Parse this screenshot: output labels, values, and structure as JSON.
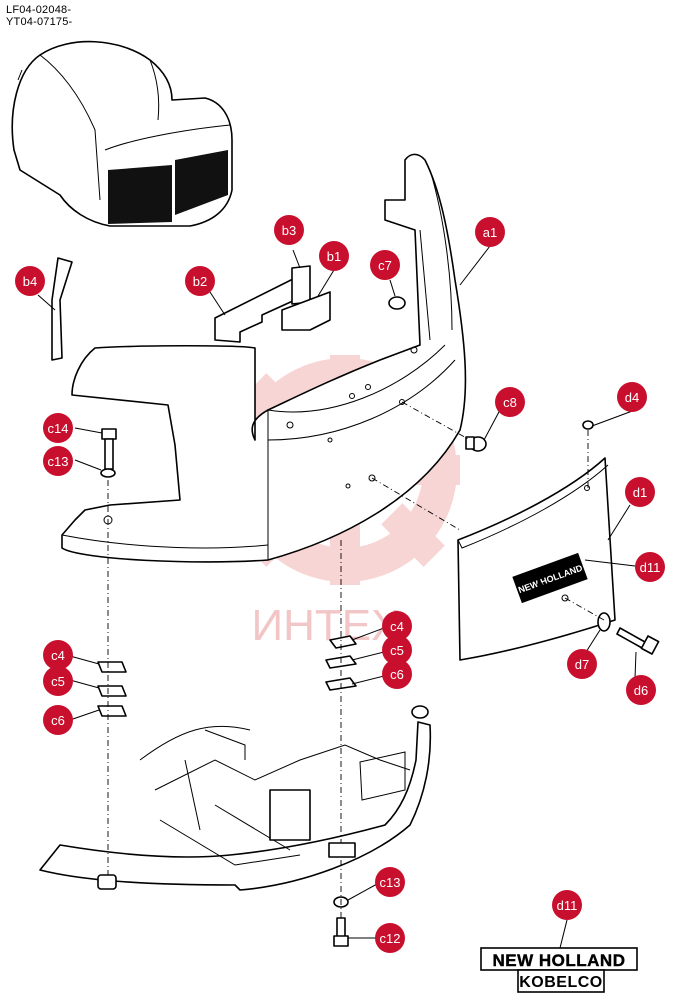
{
  "serials": [
    "LF04-02048-",
    "YT04-07175-"
  ],
  "watermark": "ИНТЕХ",
  "callouts": [
    {
      "id": "a1",
      "label": "a1"
    },
    {
      "id": "b1",
      "label": "b1"
    },
    {
      "id": "b2",
      "label": "b2"
    },
    {
      "id": "b3",
      "label": "b3"
    },
    {
      "id": "b4",
      "label": "b4"
    },
    {
      "id": "c4a",
      "label": "c4"
    },
    {
      "id": "c5a",
      "label": "c5"
    },
    {
      "id": "c6a",
      "label": "c6"
    },
    {
      "id": "c4b",
      "label": "c4"
    },
    {
      "id": "c5b",
      "label": "c5"
    },
    {
      "id": "c6b",
      "label": "c6"
    },
    {
      "id": "c7",
      "label": "c7"
    },
    {
      "id": "c8",
      "label": "c8"
    },
    {
      "id": "c12",
      "label": "c12"
    },
    {
      "id": "c13a",
      "label": "c13"
    },
    {
      "id": "c13b",
      "label": "c13"
    },
    {
      "id": "c14",
      "label": "c14"
    },
    {
      "id": "d1",
      "label": "d1"
    },
    {
      "id": "d4",
      "label": "d4"
    },
    {
      "id": "d6",
      "label": "d6"
    },
    {
      "id": "d7",
      "label": "d7"
    },
    {
      "id": "d11a",
      "label": "d11"
    },
    {
      "id": "d11b",
      "label": "d11"
    }
  ],
  "decal": {
    "line1": "NEW HOLLAND",
    "line2": "KOBELCO"
  },
  "colors": {
    "callout": "#c8102e",
    "watermark": "#f4b4b4",
    "ink": "#000000"
  }
}
